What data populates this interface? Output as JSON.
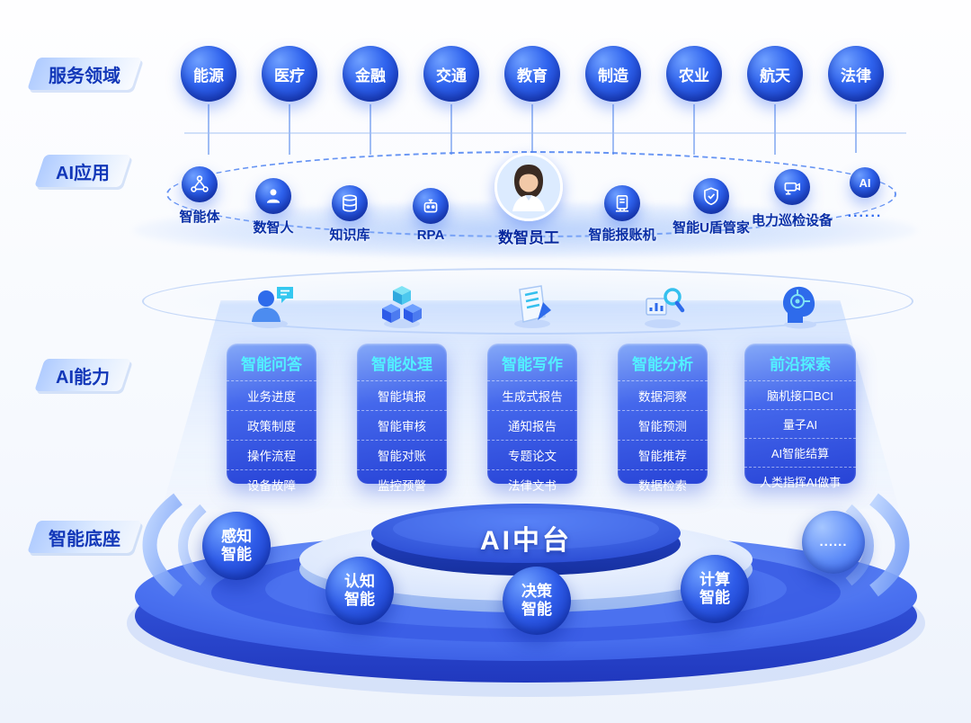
{
  "palette": {
    "sphere_blue": "#1231B4",
    "accent_blue": "#2F6BF0",
    "cyan_title": "#52F0FF",
    "label_text": "#1237B8",
    "card_gradient_top": "#85A9F8",
    "card_gradient_bottom": "#2743D6"
  },
  "services": {
    "label": "服务领域",
    "items": [
      "能源",
      "医疗",
      "金融",
      "交通",
      "教育",
      "制造",
      "农业",
      "航天",
      "法律"
    ]
  },
  "applications": {
    "label": "AI应用",
    "more": "......",
    "items": [
      {
        "label": "智能体",
        "icon": "agent-nodes-icon"
      },
      {
        "label": "数智人",
        "icon": "digital-human-icon"
      },
      {
        "label": "知识库",
        "icon": "knowledge-base-icon"
      },
      {
        "label": "RPA",
        "icon": "rpa-icon"
      },
      {
        "label": "数智员工",
        "icon": "digital-employee-avatar"
      },
      {
        "label": "智能报账机",
        "icon": "reimbursement-machine-icon"
      },
      {
        "label": "智能U盾管家",
        "icon": "ushield-manager-icon"
      },
      {
        "label": "电力巡检设备",
        "icon": "power-inspection-icon"
      },
      {
        "label": "AI",
        "icon": "ai-badge-icon"
      }
    ]
  },
  "capabilities": {
    "label": "AI能力",
    "cards": [
      {
        "title": "智能问答",
        "items": [
          "业务进度",
          "政策制度",
          "操作流程",
          "设备故障"
        ]
      },
      {
        "title": "智能处理",
        "items": [
          "智能填报",
          "智能审核",
          "智能对账",
          "监控预警"
        ]
      },
      {
        "title": "智能写作",
        "items": [
          "生成式报告",
          "通知报告",
          "专题论文",
          "法律文书"
        ]
      },
      {
        "title": "智能分析",
        "items": [
          "数据洞察",
          "智能预测",
          "智能推荐",
          "数据检索"
        ]
      },
      {
        "title": "前沿探索",
        "items": [
          "脑机接口BCI",
          "量子AI",
          "AI智能结算",
          "人类指挥AI做事"
        ]
      }
    ]
  },
  "foundation": {
    "label": "智能底座",
    "platform_title": "AI中台",
    "nodes": [
      "感知智能",
      "认知智能",
      "决策智能",
      "计算智能"
    ],
    "more": "......"
  }
}
